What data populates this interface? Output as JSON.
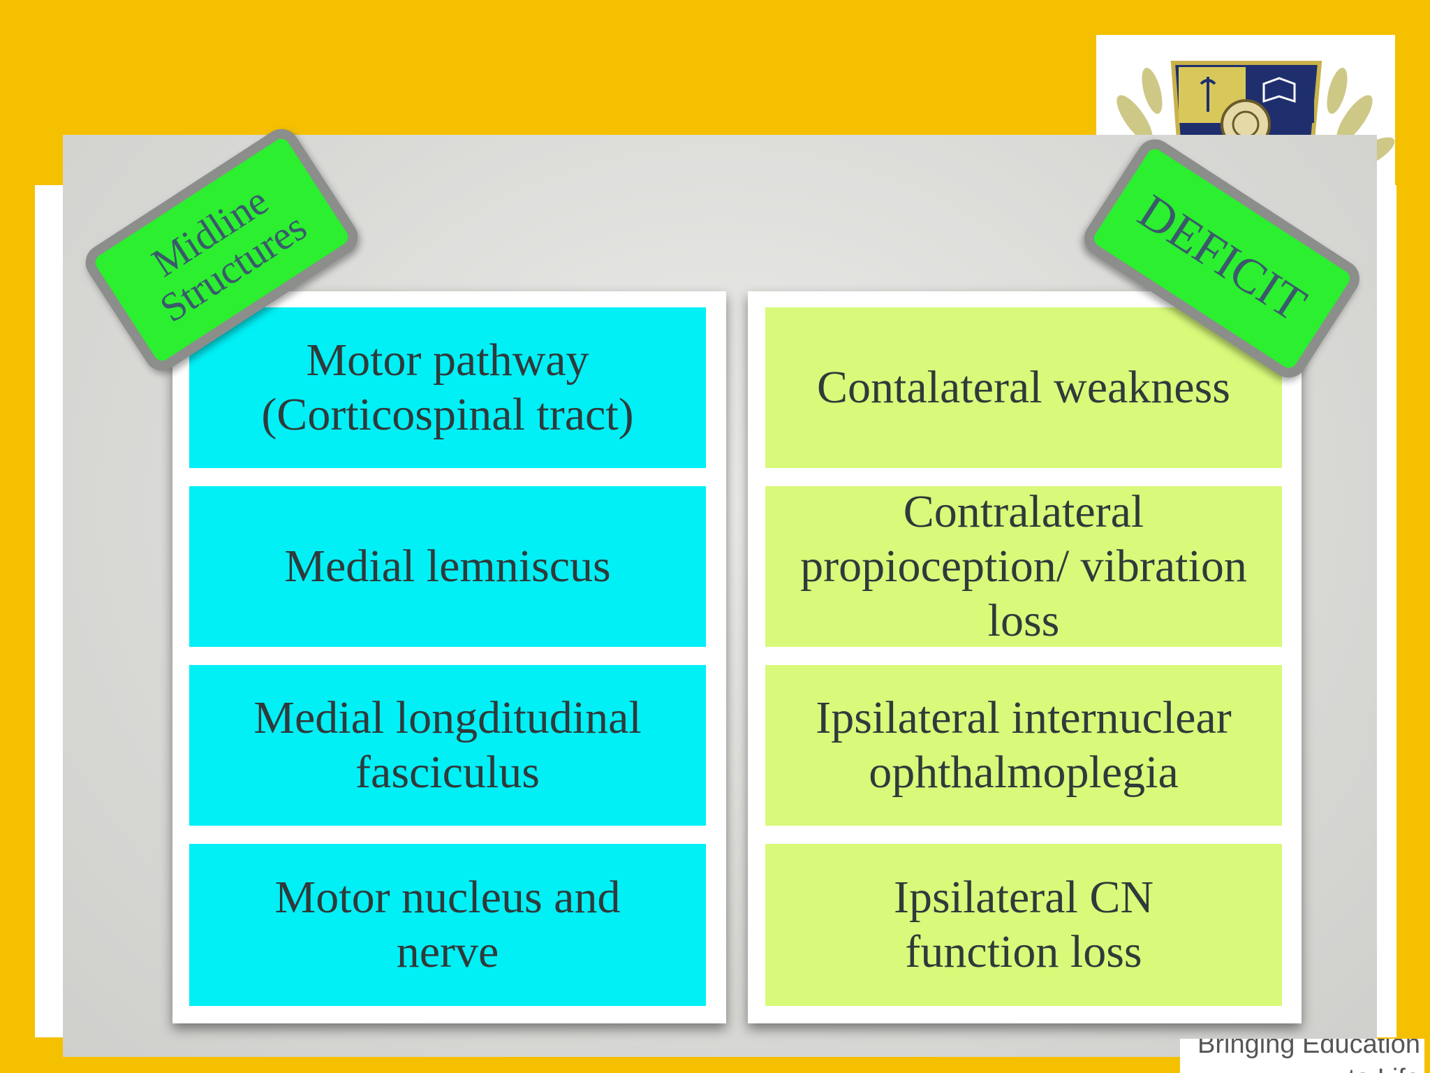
{
  "slide": {
    "tag_left": "Midline\nStructures",
    "tag_right": "DEFICIT",
    "structures": [
      "Motor pathway\n(Corticospinal tract)",
      "Medial lemniscus",
      "Medial longditudinal\nfasciculus",
      "Motor nucleus and\nnerve"
    ],
    "deficits": [
      "Contalateral weakness",
      "Contralateral\npropioception/ vibration\nloss",
      "Ipsilateral internuclear\nophthalmoplegia",
      "Ipsilateral CN\nfunction loss"
    ]
  },
  "footer": {
    "tagline": "Bringing Education to Life"
  },
  "colors": {
    "background": "#f5c000",
    "structure_cell": "#00f0f6",
    "deficit_cell": "#d8f97a",
    "tag": "#2bef2f"
  },
  "logo": {
    "icon": "university-crest-icon"
  }
}
